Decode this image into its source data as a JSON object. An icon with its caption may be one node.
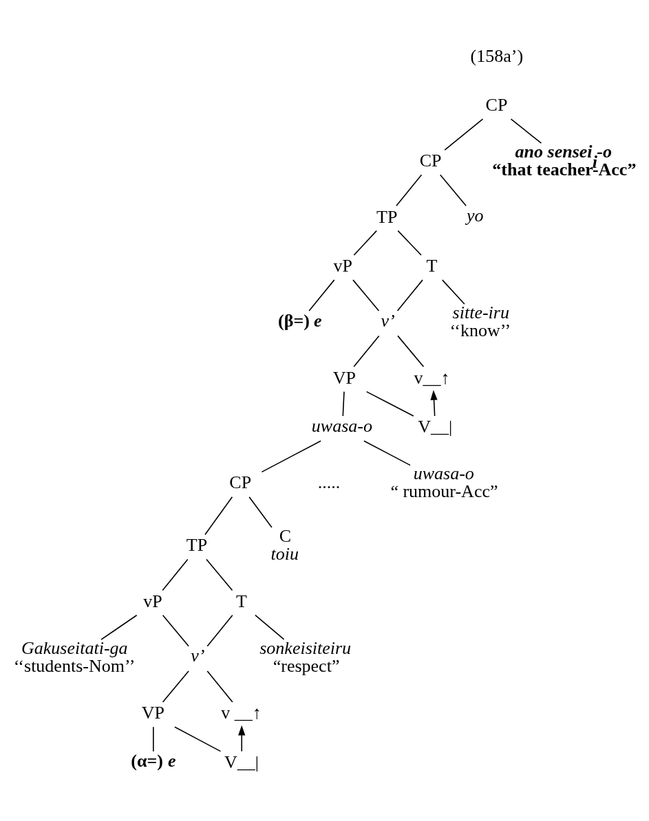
{
  "diagram": {
    "nodes": [
      {
        "text": [
          "CP"
        ]
      },
      {
        "text": [
          "CP"
        ]
      },
      {
        "text": [
          "ano sensei$_{i}$-o",
          "“that teacher-Acc”"
        ]
      },
      {
        "text": [
          "TP"
        ]
      },
      {
        "text": [
          "yo"
        ]
      },
      {
        "text": [
          "vP"
        ]
      },
      {
        "text": [
          "T"
        ]
      },
      {
        "text": [
          "(β=) *e*"
        ]
      },
      {
        "text": [
          "v’"
        ]
      },
      {
        "text": [
          "sitte-iru",
          "‘‘know’’"
        ]
      },
      {
        "text": [
          "VP"
        ]
      },
      {
        "text": [
          "v__↑"
        ]
      },
      {
        "text": [
          "uwasa-o"
        ]
      },
      {
        "text": [
          "V__|"
        ]
      },
      {
        "text": [
          "CP"
        ]
      },
      {
        "text": [
          "uwasa-o",
          "“ rumour-Acc”"
        ]
      },
      {
        "text": [
          "TP"
        ]
      },
      {
        "text": [
          "C",
          "*toiu*"
        ]
      },
      {
        "text": [
          "vP"
        ]
      },
      {
        "text": [
          "T"
        ]
      },
      {
        "text": [
          "Gakuseitati-ga",
          "‘‘students-Nom’’"
        ]
      },
      {
        "text": [
          "v’"
        ]
      },
      {
        "text": [
          "sonkeisiteiru",
          "“respect”"
        ]
      },
      {
        "text": [
          "VP"
        ]
      },
      {
        "text": [
          "v __↑"
        ]
      },
      {
        "text": [
          "(α=) *e*"
        ]
      },
      {
        "text": [
          "V__|"
        ]
      }
    ],
    "edges": [
      {
        "from": 0,
        "to": 1,
        "arrow": "none"
      },
      {
        "from": 0,
        "to": 2,
        "arrow": "none"
      },
      {
        "from": 1,
        "to": 3,
        "arrow": "none"
      },
      {
        "from": 1,
        "to": 4,
        "arrow": "none"
      },
      {
        "from": 3,
        "to": 5,
        "arrow": "none"
      },
      {
        "from": 3,
        "to": 6,
        "arrow": "none"
      },
      {
        "from": 5,
        "to": 7,
        "arrow": "none"
      },
      {
        "from": 5,
        "to": 8,
        "arrow": "none"
      },
      {
        "from": 6,
        "to": 8,
        "arrow": "none"
      },
      {
        "from": 6,
        "to": 9,
        "arrow": "none"
      },
      {
        "from": 8,
        "to": 10,
        "arrow": "none"
      },
      {
        "from": 8,
        "to": 11,
        "arrow": "none"
      },
      {
        "from": 10,
        "to": 12,
        "arrow": "none"
      },
      {
        "from": 10,
        "to": 13,
        "arrow": "none"
      },
      {
        "from": 13,
        "to": 11,
        "arrow": "to"
      },
      {
        "from": 12,
        "to": 14,
        "arrow": "none"
      },
      {
        "from": 12,
        "to": 15,
        "arrow": "none"
      },
      {
        "from": 14,
        "to": 16,
        "arrow": "none"
      },
      {
        "from": 14,
        "to": 17,
        "arrow": "none"
      },
      {
        "from": 16,
        "to": 18,
        "arrow": "none"
      },
      {
        "from": 16,
        "to": 19,
        "arrow": "none"
      },
      {
        "from": 18,
        "to": 20,
        "arrow": "none"
      },
      {
        "from": 18,
        "to": 21,
        "arrow": "none"
      },
      {
        "from": 19,
        "to": 21,
        "arrow": "none"
      },
      {
        "from": 19,
        "to": 22,
        "arrow": "none"
      },
      {
        "from": 21,
        "to": 23,
        "arrow": "none"
      },
      {
        "from": 21,
        "to": 24,
        "arrow": "none"
      },
      {
        "from": 23,
        "to": 25,
        "arrow": "none"
      },
      {
        "from": 23,
        "to": 26,
        "arrow": "none"
      },
      {
        "from": 26,
        "to": 24,
        "arrow": "to"
      }
    ],
    "labels": [
      "(158a’)",
      "....."
    ]
  }
}
